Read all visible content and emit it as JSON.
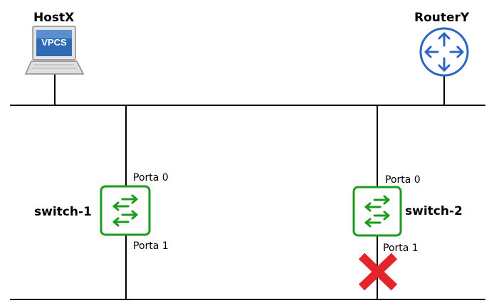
{
  "diagram": {
    "nodes": {
      "host": {
        "label": "HostX",
        "screen_text": "VPCS",
        "icon": "vpcs-laptop-icon"
      },
      "router": {
        "label": "RouterY",
        "icon": "router-icon"
      },
      "switch1": {
        "label": "switch-1",
        "icon": "switch-icon",
        "port_top": "Porta 0",
        "port_bottom": "Porta 1"
      },
      "switch2": {
        "label": "switch-2",
        "icon": "switch-icon",
        "port_top": "Porta 0",
        "port_bottom": "Porta 1",
        "blocked_port": "Porta 1"
      }
    },
    "colors": {
      "switch": "#1e9a1e",
      "router": "#2b66c6",
      "blocked": "#e3242b",
      "link": "#000000"
    }
  }
}
